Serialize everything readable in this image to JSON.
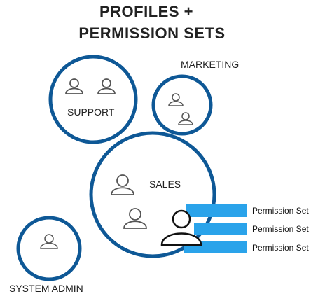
{
  "title": {
    "line1": "PROFILES +",
    "line2": "PERMISSION SETS"
  },
  "profiles": {
    "support": "SUPPORT",
    "marketing": "MARKETING",
    "sales": "SALES",
    "system_admin": "SYSTEM ADMIN"
  },
  "permission_sets": [
    "Permission Set",
    "Permission Set",
    "Permission Set"
  ],
  "colors": {
    "ring": "#0e5896",
    "permission_bar": "#2aa3ea",
    "user_icon_stroke": "#555555",
    "highlighted_user_stroke": "#111111",
    "title_text": "#222222"
  }
}
